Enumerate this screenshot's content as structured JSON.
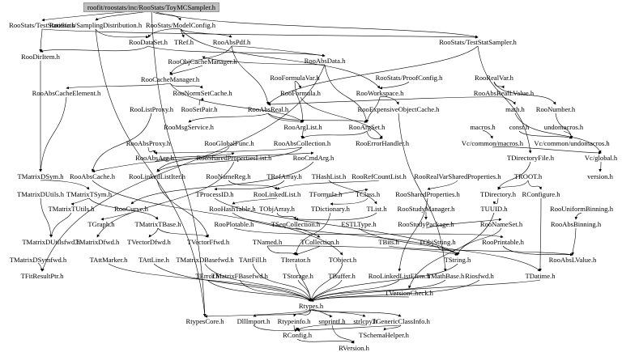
{
  "root": "roofit/roostats/inc/RooStats/ToyMCSampler.h",
  "nodes": [
    "RooStats/TestStatistic.h",
    "RooStats/SamplingDistribution.h",
    "RooStats/ModelConfig.h",
    "RooStats/TestStatSampler.h",
    "RooDataSet.h",
    "TRef.h",
    "RooAbsPdf.h",
    "RooDirItem.h",
    "RooAbsData.h",
    "RooObjCacheManager.h",
    "RooCacheManager.h",
    "RooFormulaVar.h",
    "RooStats/ProofConfig.h",
    "RooRealVar.h",
    "RooAbsCacheElement.h",
    "RooNormSetCache.h",
    "RooFormula.h",
    "RooWorkspace.h",
    "RooAbsRealLValue.h",
    "RooListProxy.h",
    "RooSetPair.h",
    "RooAbsReal.h",
    "RooExpensiveObjectCache.h",
    "math.h",
    "RooNumber.h",
    "RooMsgService.h",
    "RooArgList.h",
    "RooArgSet.h",
    "macros.h",
    "const.h",
    "undomacros.h",
    "RooAbsProxy.h",
    "RooGlobalFunc.h",
    "RooAbsCollection.h",
    "RooErrorHandler.h",
    "Vc/common/macros.h",
    "Vc/common/undomacros.h",
    "RooAbsArg.h",
    "RooSharedPropertiesList.h",
    "RooCmdArg.h",
    "TDirectoryFile.h",
    "Vc/global.h",
    "TMatrixDSym.h",
    "RooAbsCache.h",
    "RooLinkedListIter.h",
    "RooNameReg.h",
    "TRefArray.h",
    "THashList.h",
    "RooRefCountList.h",
    "RooRealVarSharedProperties.h",
    "TROOT.h",
    "version.h",
    "TMatrixDUtils.h",
    "TMatrixTSym.h",
    "TProcessID.h",
    "RooLinkedList.h",
    "TFormula.h",
    "TClass.h",
    "RooSharedProperties.h",
    "TDirectory.h",
    "RConfigure.h",
    "TMatrixTUtils.h",
    "RooCurve.h",
    "RooHashTable.h",
    "TObjArray.h",
    "TDictionary.h",
    "TList.h",
    "RooStudyManager.h",
    "TUUID.h",
    "RooUniformBinning.h",
    "TGraph.h",
    "TMatrixTBase.h",
    "RooPlotable.h",
    "TSeqCollection.h",
    "ESTLType.h",
    "RooStudyPackage.h",
    "RooNameSet.h",
    "RooAbsBinning.h",
    "TMatrixDUtilsfwd.h",
    "TMatrixDfwd.h",
    "TVectorDfwd.h",
    "TVectorFfwd.h",
    "TNamed.h",
    "TCollection.h",
    "TBits.h",
    "TObjString.h",
    "RooPrintable.h",
    "TMatrixDSymfwd.h",
    "TAttMarker.h",
    "TAttLine.h",
    "TMatrixDBasefwd.h",
    "TAttFill.h",
    "TIterator.h",
    "TObject.h",
    "TString.h",
    "RooAbsLValue.h",
    "TFitResultPtr.h",
    "TError.h",
    "TMatrixFBasefwd.h",
    "TStorage.h",
    "TBuffer.h",
    "RooLinkedListElem.h",
    "TMathBase.h",
    "Riosfwd.h",
    "TDatime.h",
    "TVersionCheck.h",
    "Rtypes.h",
    "RtypesCore.h",
    "DllImport.h",
    "Rtypeinfo.h",
    "snprintf.h",
    "strlcpy.h",
    "TGenericClassInfo.h",
    "RConfig.h",
    "TSchemaHelper.h",
    "RVersion.h"
  ]
}
